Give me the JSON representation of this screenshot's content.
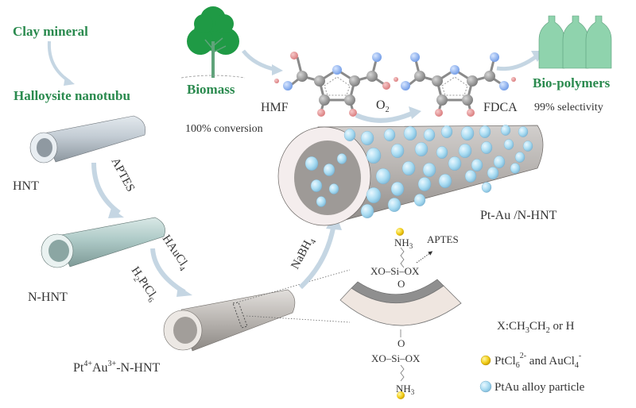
{
  "title": "Pt-Au/N-HNT catalyst preparation and HMF oxidation scheme",
  "colors": {
    "green_text": "#2a8a4e",
    "tree_green": "#1f9a45",
    "bottle_green": "#8fd3ad",
    "arrow_blue": "#c5d9e6",
    "tube_gray": "#b9b6b3",
    "tube_teal": "#a9c7c4",
    "tube_blue": "#bcc7d0",
    "particle_blue": "#a9dcf2",
    "ion_yellow": "#f2cf1a",
    "carbon_gray": "#8e8e8e",
    "oxygen_red": "#e08c8c",
    "nitrogen_blue": "#8fb4ef"
  },
  "labels": {
    "clay_mineral": "Clay mineral",
    "halloysite": "Halloysite nanotubu",
    "hnt": "HNT",
    "aptes_step": "APTES",
    "n_hnt": "N-HNT",
    "haucl4": {
      "base": "HAuCl",
      "sub": "4"
    },
    "h2ptcl6": {
      "pre": "H",
      "sub1": "2",
      "mid": "PtCl",
      "sub2": "6"
    },
    "precursor": {
      "pt": "Pt",
      "pt_sup": "4+",
      "au": "Au",
      "au_sup": "3+",
      "suffix": "-N-HNT"
    },
    "nabh4": {
      "base": "NaBH",
      "sub": "4"
    },
    "product": "Pt-Au /N-HNT",
    "biomass": "Biomass",
    "hmf": "HMF",
    "conversion": "100% conversion",
    "o2": {
      "base": "O",
      "sub": "2"
    },
    "fdca": "FDCA",
    "biopolymers": "Bio-polymers",
    "selectivity": "99% selectivity"
  },
  "surface": {
    "nh3_top": {
      "base": "NH",
      "sub": "3"
    },
    "aptes_pointer": "APTES",
    "silane_top": "XO–Si–OX",
    "o_top": "O",
    "o_bottom": "O",
    "silane_bottom": "XO–Si–OX",
    "nh3_bottom": {
      "base": "NH",
      "sub": "3"
    }
  },
  "legend": {
    "x_def": {
      "pre": "X:CH",
      "s1": "3",
      "mid": "CH",
      "s2": "2",
      "post": " or H"
    },
    "ions": {
      "a": "PtCl",
      "a_sub": "6",
      "a_sup": "2-",
      "and": " and ",
      "b": "AuCl",
      "b_sub": "4",
      "b_sup": "-"
    },
    "alloy": "PtAu alloy particle"
  }
}
